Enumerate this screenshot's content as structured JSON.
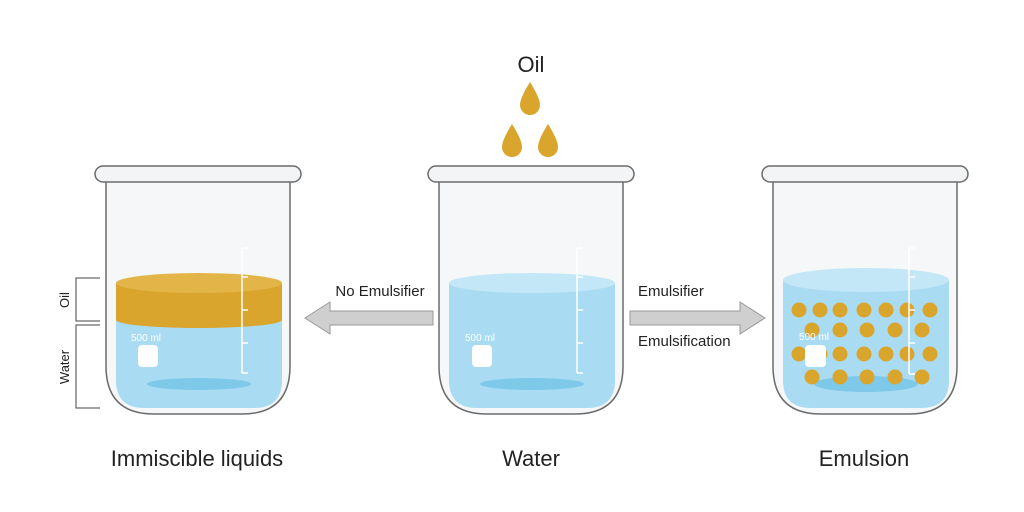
{
  "title_oil": "Oil",
  "beakers": {
    "left": {
      "caption": "Immiscible liquids",
      "volume_label": "500 ml",
      "bracket_oil": "Oil",
      "bracket_water": "Water"
    },
    "middle": {
      "caption": "Water",
      "volume_label": "500 ml"
    },
    "right": {
      "caption": "Emulsion",
      "volume_label": "500 ml"
    }
  },
  "arrows": {
    "left_label": "No Emulsifier",
    "right_label_top": "Emulsifier",
    "right_label_bottom": "Emulsification"
  },
  "colors": {
    "water": "#a9dcf2",
    "oil": "#d9a52c",
    "arrow": "#c8c8c8"
  }
}
